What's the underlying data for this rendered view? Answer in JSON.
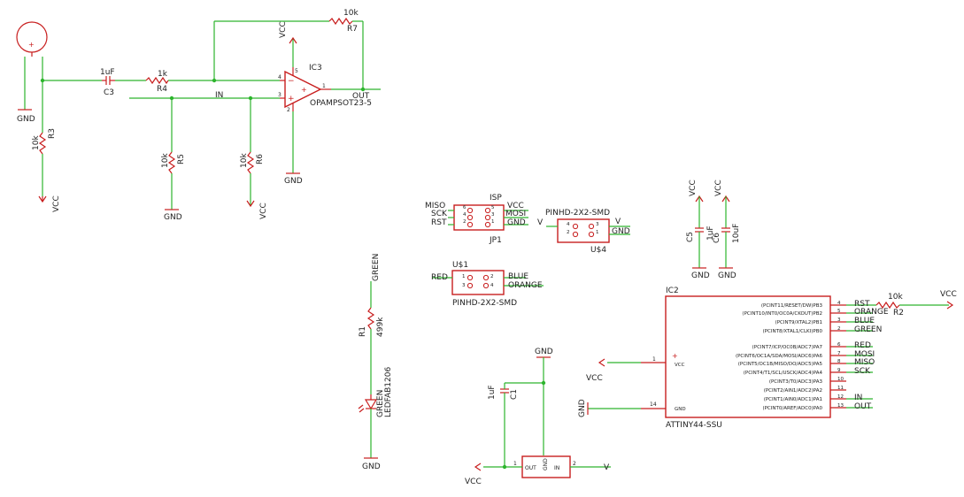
{
  "labels": {
    "gnd": "GND",
    "vcc": "VCC",
    "v": "V",
    "c3_value": "1uF",
    "c3_name": "C3",
    "r4_value": "1k",
    "r4_name": "R4",
    "r7_value": "10k",
    "r7_name": "R7",
    "r3_value": "10k",
    "r3_name": "R3",
    "r5_value": "10k",
    "r5_name": "R5",
    "r6_value": "10k",
    "r6_name": "R6",
    "ic3_name": "IC3",
    "ic3_part": "OPAMPSOT23-5",
    "in_net": "IN",
    "out_net": "OUT",
    "isp_title": "ISP",
    "isp_name": "JP1",
    "u4_part": "PINHD-2X2-SMD",
    "u4_name": "U$4",
    "u1_name": "U$1",
    "u1_part": "PINHD-2X2-SMD",
    "c5_name": "C5",
    "c6_name": "C6",
    "c5_value": "1uF",
    "c6_value": "10uF",
    "green_net": "GREEN",
    "r1_name": "R1",
    "r1_value": "499k",
    "led_color": "GREEN",
    "led_part": "LEDFAB1206",
    "c1_value": "1uF",
    "c1_name": "C1",
    "reg_out": "OUT",
    "reg_in": "IN",
    "reg_gnd": "GND",
    "ic2_name": "IC2",
    "ic2_part": "ATTINY44-SSU",
    "ic2_vcc": "VCC",
    "ic2_gnd": "GND",
    "r2_value": "10k",
    "r2_name": "R2"
  },
  "isp_pins": {
    "miso": "MISO",
    "sck": "SCK",
    "rst": "RST",
    "vcc": "VCC",
    "mosi": "MOSI",
    "gnd": "GND"
  },
  "u1_pins": {
    "red": "RED",
    "blue": "BLUE",
    "orange": "ORANGE"
  },
  "ic2_right_pins": [
    {
      "num": "4",
      "func": "(PCINT11/RESET/DW)PB3",
      "net": "RST"
    },
    {
      "num": "5",
      "func": "(PCINT10/INT0/OC0A/CKOUT)PB2",
      "net": "ORANGE"
    },
    {
      "num": "3",
      "func": "(PCINT9/XTAL2)PB1",
      "net": "BLUE"
    },
    {
      "num": "2",
      "func": "(PCINT8/XTAL1/CLKI)PB0",
      "net": "GREEN"
    },
    {
      "num": "6",
      "func": "(PCINT7/ICP/OC0B/ADC7)PA7",
      "net": "RED"
    },
    {
      "num": "7",
      "func": "(PCINT6/OC1A/SDA/MOSI/ADC6)PA6",
      "net": "MOSI"
    },
    {
      "num": "8",
      "func": "(PCINT5/OC1B/MISO/DO/ADC5)PA5",
      "net": "MISO"
    },
    {
      "num": "9",
      "func": "(PCINT4/T1/SCL/USCK/ADC4)PA4",
      "net": "SCK"
    },
    {
      "num": "10",
      "func": "(PCINT3/T0/ADC3)PA3",
      "net": ""
    },
    {
      "num": "11",
      "func": "(PCINT2/AIN1/ADC2)PA2",
      "net": ""
    },
    {
      "num": "12",
      "func": "(PCINT1/AIN0/ADC1)PA1",
      "net": "IN"
    },
    {
      "num": "13",
      "func": "(PCINT0/AREF/ADC0)PA0",
      "net": "OUT"
    }
  ],
  "pin_numbers": {
    "one": "1",
    "two": "2",
    "three": "3",
    "four": "4",
    "five": "5",
    "six": "6",
    "fourteen": "14"
  }
}
